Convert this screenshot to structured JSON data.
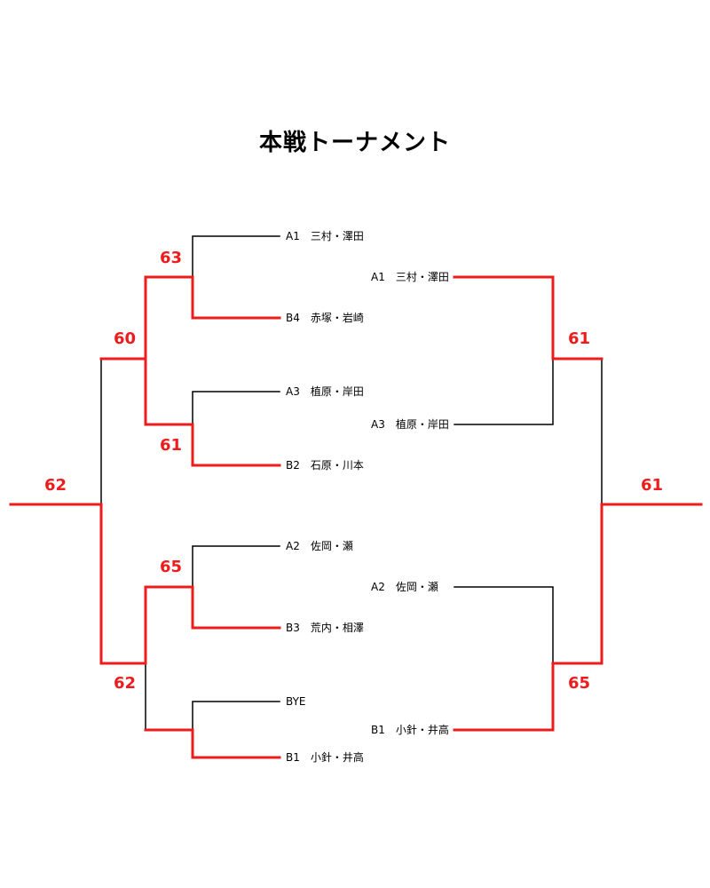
{
  "title": "本戦トーナメント",
  "colors": {
    "winner": "#ee1c1c",
    "line": "#000000",
    "background": "#ffffff"
  },
  "round1": {
    "match1": {
      "top": "A1　三村・澤田",
      "bottom": "B4　赤塚・岩崎",
      "score": "63"
    },
    "match2": {
      "top": "A3　植原・岸田",
      "bottom": "B2　石原・川本",
      "score": "61"
    },
    "match3": {
      "top": "A2　佐岡・瀬",
      "bottom": "B3　荒内・相澤",
      "score": "65"
    },
    "match4": {
      "top": "BYE",
      "bottom": "B1　小針・井高"
    }
  },
  "semifinal": {
    "left_top_score": "60",
    "left_bottom_score": "62",
    "right_top_score": "61",
    "right_bottom_score": "65"
  },
  "final": {
    "right": {
      "t1": "A1　三村・澤田",
      "t2": "A3　植原・岸田",
      "t3": "A2　佐岡・瀬",
      "t4": "B1　小針・井高"
    },
    "left_score": "62",
    "right_score": "61"
  }
}
